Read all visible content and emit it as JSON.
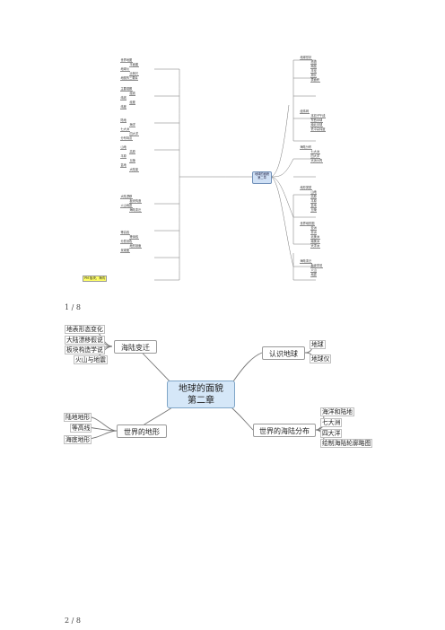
{
  "page1": {
    "page_label": "1 / 8",
    "center_label": "地球的面貌 第二章",
    "highlight_label": "PM 板块、海沟",
    "left_branch_labels": [
      [
        "世界地图",
        "平面图",
        "地球仪",
        "比例尺",
        "地图的三要素"
      ],
      [
        "主要观察",
        "经线",
        "纬线",
        "经度",
        "纬度"
      ],
      [
        "陆地",
        "海洋",
        "七大洲",
        "四大洋",
        "分布特点"
      ],
      [
        "山地",
        "高原",
        "平原",
        "丘陵",
        "盆地",
        "大陆架"
      ],
      [
        "大陆漂移",
        "板块构造",
        "火山地震",
        "海陆变迁"
      ],
      [
        "等高线",
        "等深线",
        "分层设色",
        "地形剖面",
        "景观图"
      ]
    ],
    "right_branch_labels": [
      [
        "地球形状",
        "赤道",
        "两极",
        "半径",
        "周长",
        "表面积"
      ],
      [
        "经纬网",
        "本初子午线",
        "东西半球",
        "南北半球",
        "低中高纬度"
      ],
      [
        "海陆分布",
        "七大洲",
        "四大洋",
        "大洲分界"
      ],
      [
        "地形类型",
        "山地",
        "高原",
        "平原",
        "盆地",
        "丘陵"
      ],
      [
        "世界地形图",
        "亚洲",
        "非洲",
        "北美洲",
        "南美洲",
        "大洋洲"
      ],
      [
        "海陆变迁",
        "板块学说",
        "火山",
        "地震"
      ]
    ]
  },
  "page2": {
    "page_label": "2 / 8",
    "center_title_line1": "地球的面貌",
    "center_title_line2": "第二章",
    "branches": {
      "haiLuBianQian": {
        "label": "海陆变迁",
        "leaves": [
          "地表形态变化",
          "大陆漂移假说",
          "板块构造学说",
          "火山与地震"
        ]
      },
      "renShiDiQiu": {
        "label": "认识地球",
        "leaves": [
          "地球",
          "地球仪"
        ]
      },
      "shiJieDeDiXing": {
        "label": "世界的地形",
        "leaves": [
          "陆地地形",
          "等高线",
          "海底地形"
        ]
      },
      "shiJieDeHaiLuFenBu": {
        "label": "世界的海陆分布",
        "leaves": [
          "海洋和陆地",
          "七大洲",
          "四大洋",
          "绘制海陆轮廓略图"
        ]
      }
    }
  }
}
